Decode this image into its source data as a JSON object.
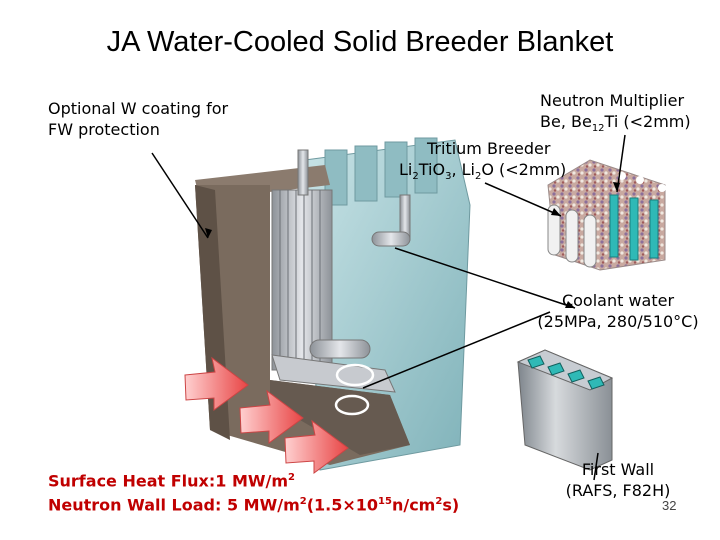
{
  "title": "JA Water-Cooled Solid Breeder Blanket",
  "labels": {
    "w_coating": [
      "Optional W coating for",
      "FW protection"
    ],
    "neutron_multiplier": {
      "line1": "Neutron Multiplier",
      "l2_a": "Be, Be",
      "l2_sub": "12",
      "l2_b": "Ti (<2mm)"
    },
    "tritium_breeder": {
      "line1": "Tritium Breeder",
      "a": "Li",
      "s1": "2",
      "b": "TiO",
      "s2": "3",
      "c": ", Li",
      "s3": "2",
      "d": "O (<2mm)"
    },
    "coolant": [
      "Coolant water",
      "(25MPa, 280/510°C)"
    ],
    "first_wall": [
      "First Wall",
      "(RAFS, F82H)"
    ],
    "heat_flux": {
      "a": "Surface Heat Flux:1 MW/m",
      "sup": "2"
    },
    "wall_load": {
      "a": "Neutron Wall Load: 5 MW/m",
      "sup1": "2",
      "b": "(1.5×10",
      "sup2": "15",
      "c": "n/cm",
      "sup3": "2",
      "d": "s)"
    },
    "page_number": "32"
  },
  "colors": {
    "brown": "#7a6b5e",
    "brown_dark": "#564a40",
    "blue_panel": "#9fc7cc",
    "steel": "#b9bdc3",
    "arrow_red": "#e8585a",
    "teal": "#2fb9b6",
    "heat_text": "#c00000"
  }
}
